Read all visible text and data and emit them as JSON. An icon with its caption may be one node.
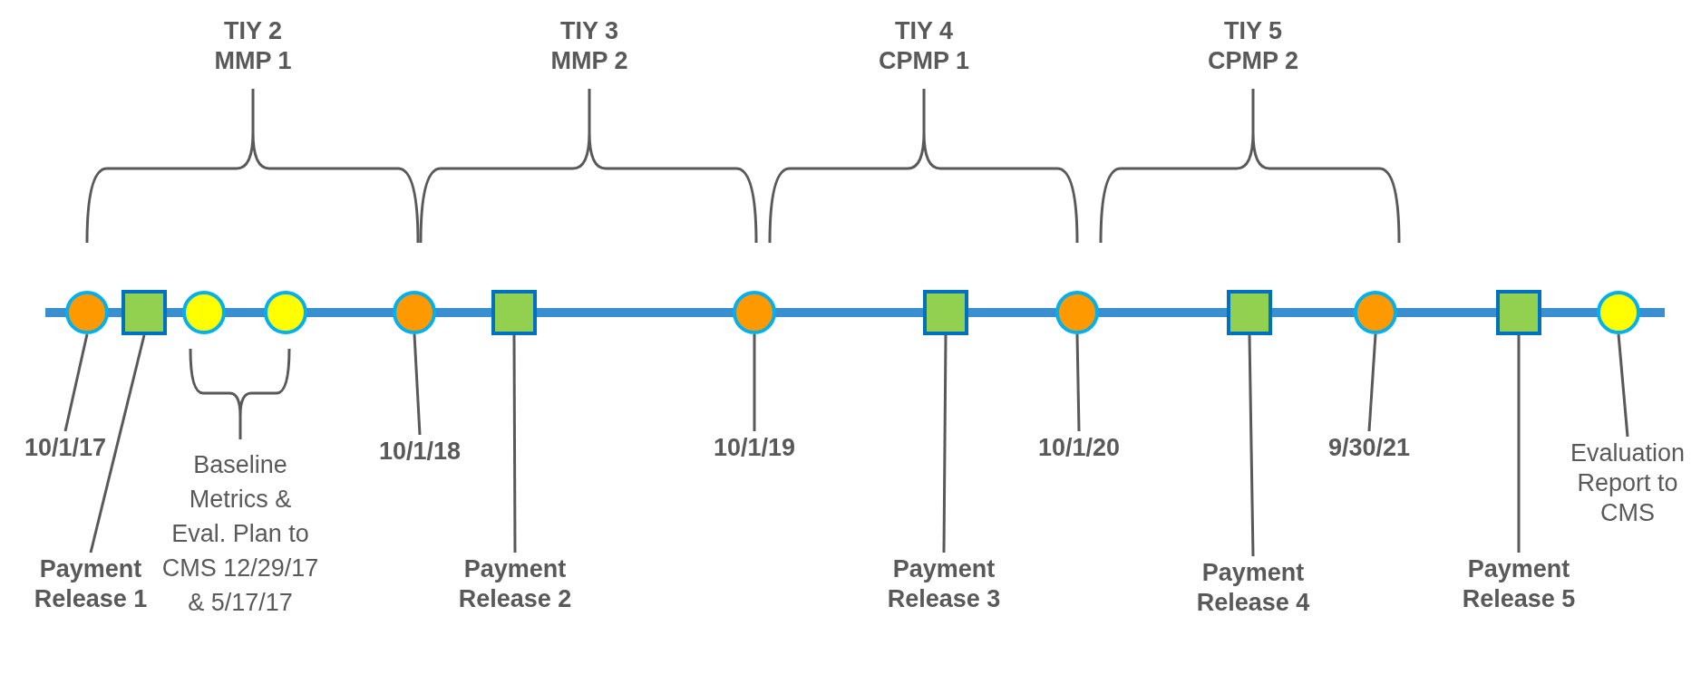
{
  "diagram": {
    "nodes": [
      {
        "text": [],
        "shape": "circle"
      },
      {
        "text": [],
        "shape": "box"
      },
      {
        "text": [],
        "shape": "circle"
      },
      {
        "text": [],
        "shape": "circle"
      },
      {
        "text": [],
        "shape": "circle"
      },
      {
        "text": [],
        "shape": "box"
      },
      {
        "text": [],
        "shape": "circle"
      },
      {
        "text": [],
        "shape": "box"
      },
      {
        "text": [],
        "shape": "circle"
      },
      {
        "text": [],
        "shape": "box"
      },
      {
        "text": [],
        "shape": "circle"
      },
      {
        "text": [],
        "shape": "box"
      },
      {
        "text": [],
        "shape": "circle"
      },
      {
        "text": [
          "10/1/17"
        ]
      },
      {
        "text": [
          "Payment Release 1"
        ]
      },
      {
        "text": [
          "10/1/18"
        ]
      },
      {
        "text": [
          "Payment Release 2"
        ]
      },
      {
        "text": [
          "10/1/19"
        ]
      },
      {
        "text": [
          "Payment Release 3"
        ]
      },
      {
        "text": [
          "10/1/20"
        ]
      },
      {
        "text": [
          "Payment Release 4"
        ]
      },
      {
        "text": [
          "9/30/21"
        ]
      },
      {
        "text": [
          "Payment Release 5"
        ]
      },
      {
        "text": [
          "Evaluation Report to CMS"
        ]
      }
    ],
    "edges": [
      {
        "from": 13,
        "to": 0,
        "arrow": "none"
      },
      {
        "from": 14,
        "to": 1,
        "arrow": "none"
      },
      {
        "from": 15,
        "to": 4,
        "arrow": "none"
      },
      {
        "from": 16,
        "to": 5,
        "arrow": "none"
      },
      {
        "from": 17,
        "to": 6,
        "arrow": "none"
      },
      {
        "from": 18,
        "to": 7,
        "arrow": "none"
      },
      {
        "from": 19,
        "to": 8,
        "arrow": "none"
      },
      {
        "from": 20,
        "to": 9,
        "arrow": "none"
      },
      {
        "from": 21,
        "to": 10,
        "arrow": "none"
      },
      {
        "from": 22,
        "to": 11,
        "arrow": "none"
      },
      {
        "from": 23,
        "to": 12,
        "arrow": "none"
      }
    ],
    "labels": [
      "TIY 2 MMP 1",
      "TIY 3 MMP 2",
      "TIY 4 CPMP 1",
      "TIY 5 CPMP 2",
      "Baseline Metrics & Eval. Plan to CMS 12/29/17 & 5/17/17"
    ]
  }
}
